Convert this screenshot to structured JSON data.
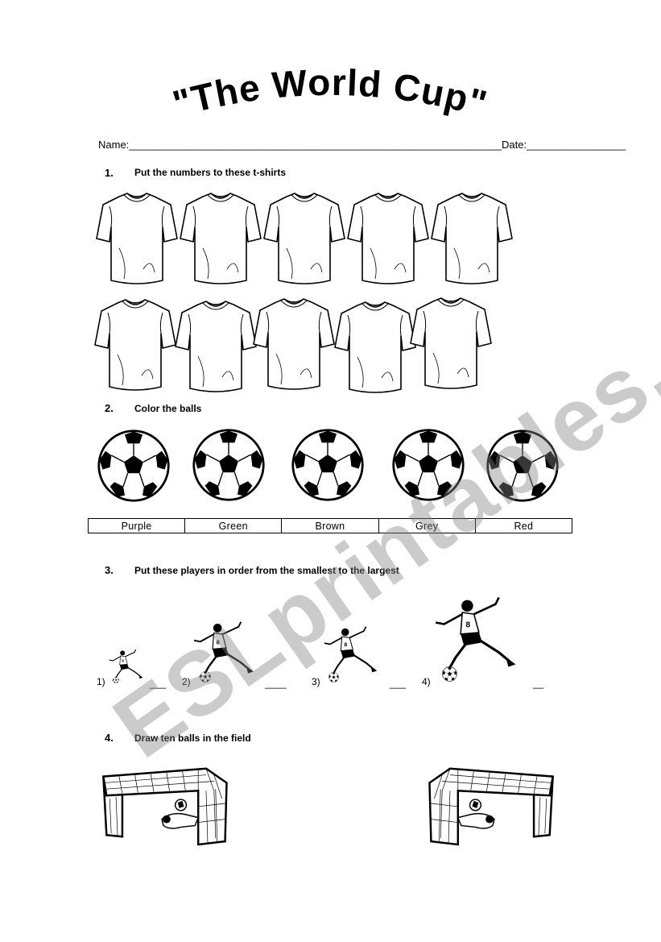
{
  "title": "\"The World Cup\"",
  "header": {
    "name_label": "Name:",
    "name_blank": "________________________________________________________________",
    "date_label": "Date:",
    "date_blank": "_________________"
  },
  "questions": [
    {
      "number": "1.",
      "text": "Put the numbers to these t-shirts"
    },
    {
      "number": "2.",
      "text": "Color the balls"
    },
    {
      "number": "3.",
      "text": "Put these players in order from the smallest to the largest"
    },
    {
      "number": "4.",
      "text": "Draw ten balls in the field"
    }
  ],
  "colors": [
    "Purple",
    "Green",
    "Brown",
    "Grey",
    "Red"
  ],
  "order_items": [
    {
      "label": "1)",
      "blank": "___"
    },
    {
      "label": "2)",
      "blank": "____"
    },
    {
      "label": "3)",
      "blank": "___"
    },
    {
      "label": "4)",
      "blank": "__"
    }
  ],
  "watermark": "ESLprintables.com",
  "icons": [
    "t-shirt-icon",
    "soccer-ball-icon",
    "soccer-player-icon",
    "goal-icon"
  ]
}
